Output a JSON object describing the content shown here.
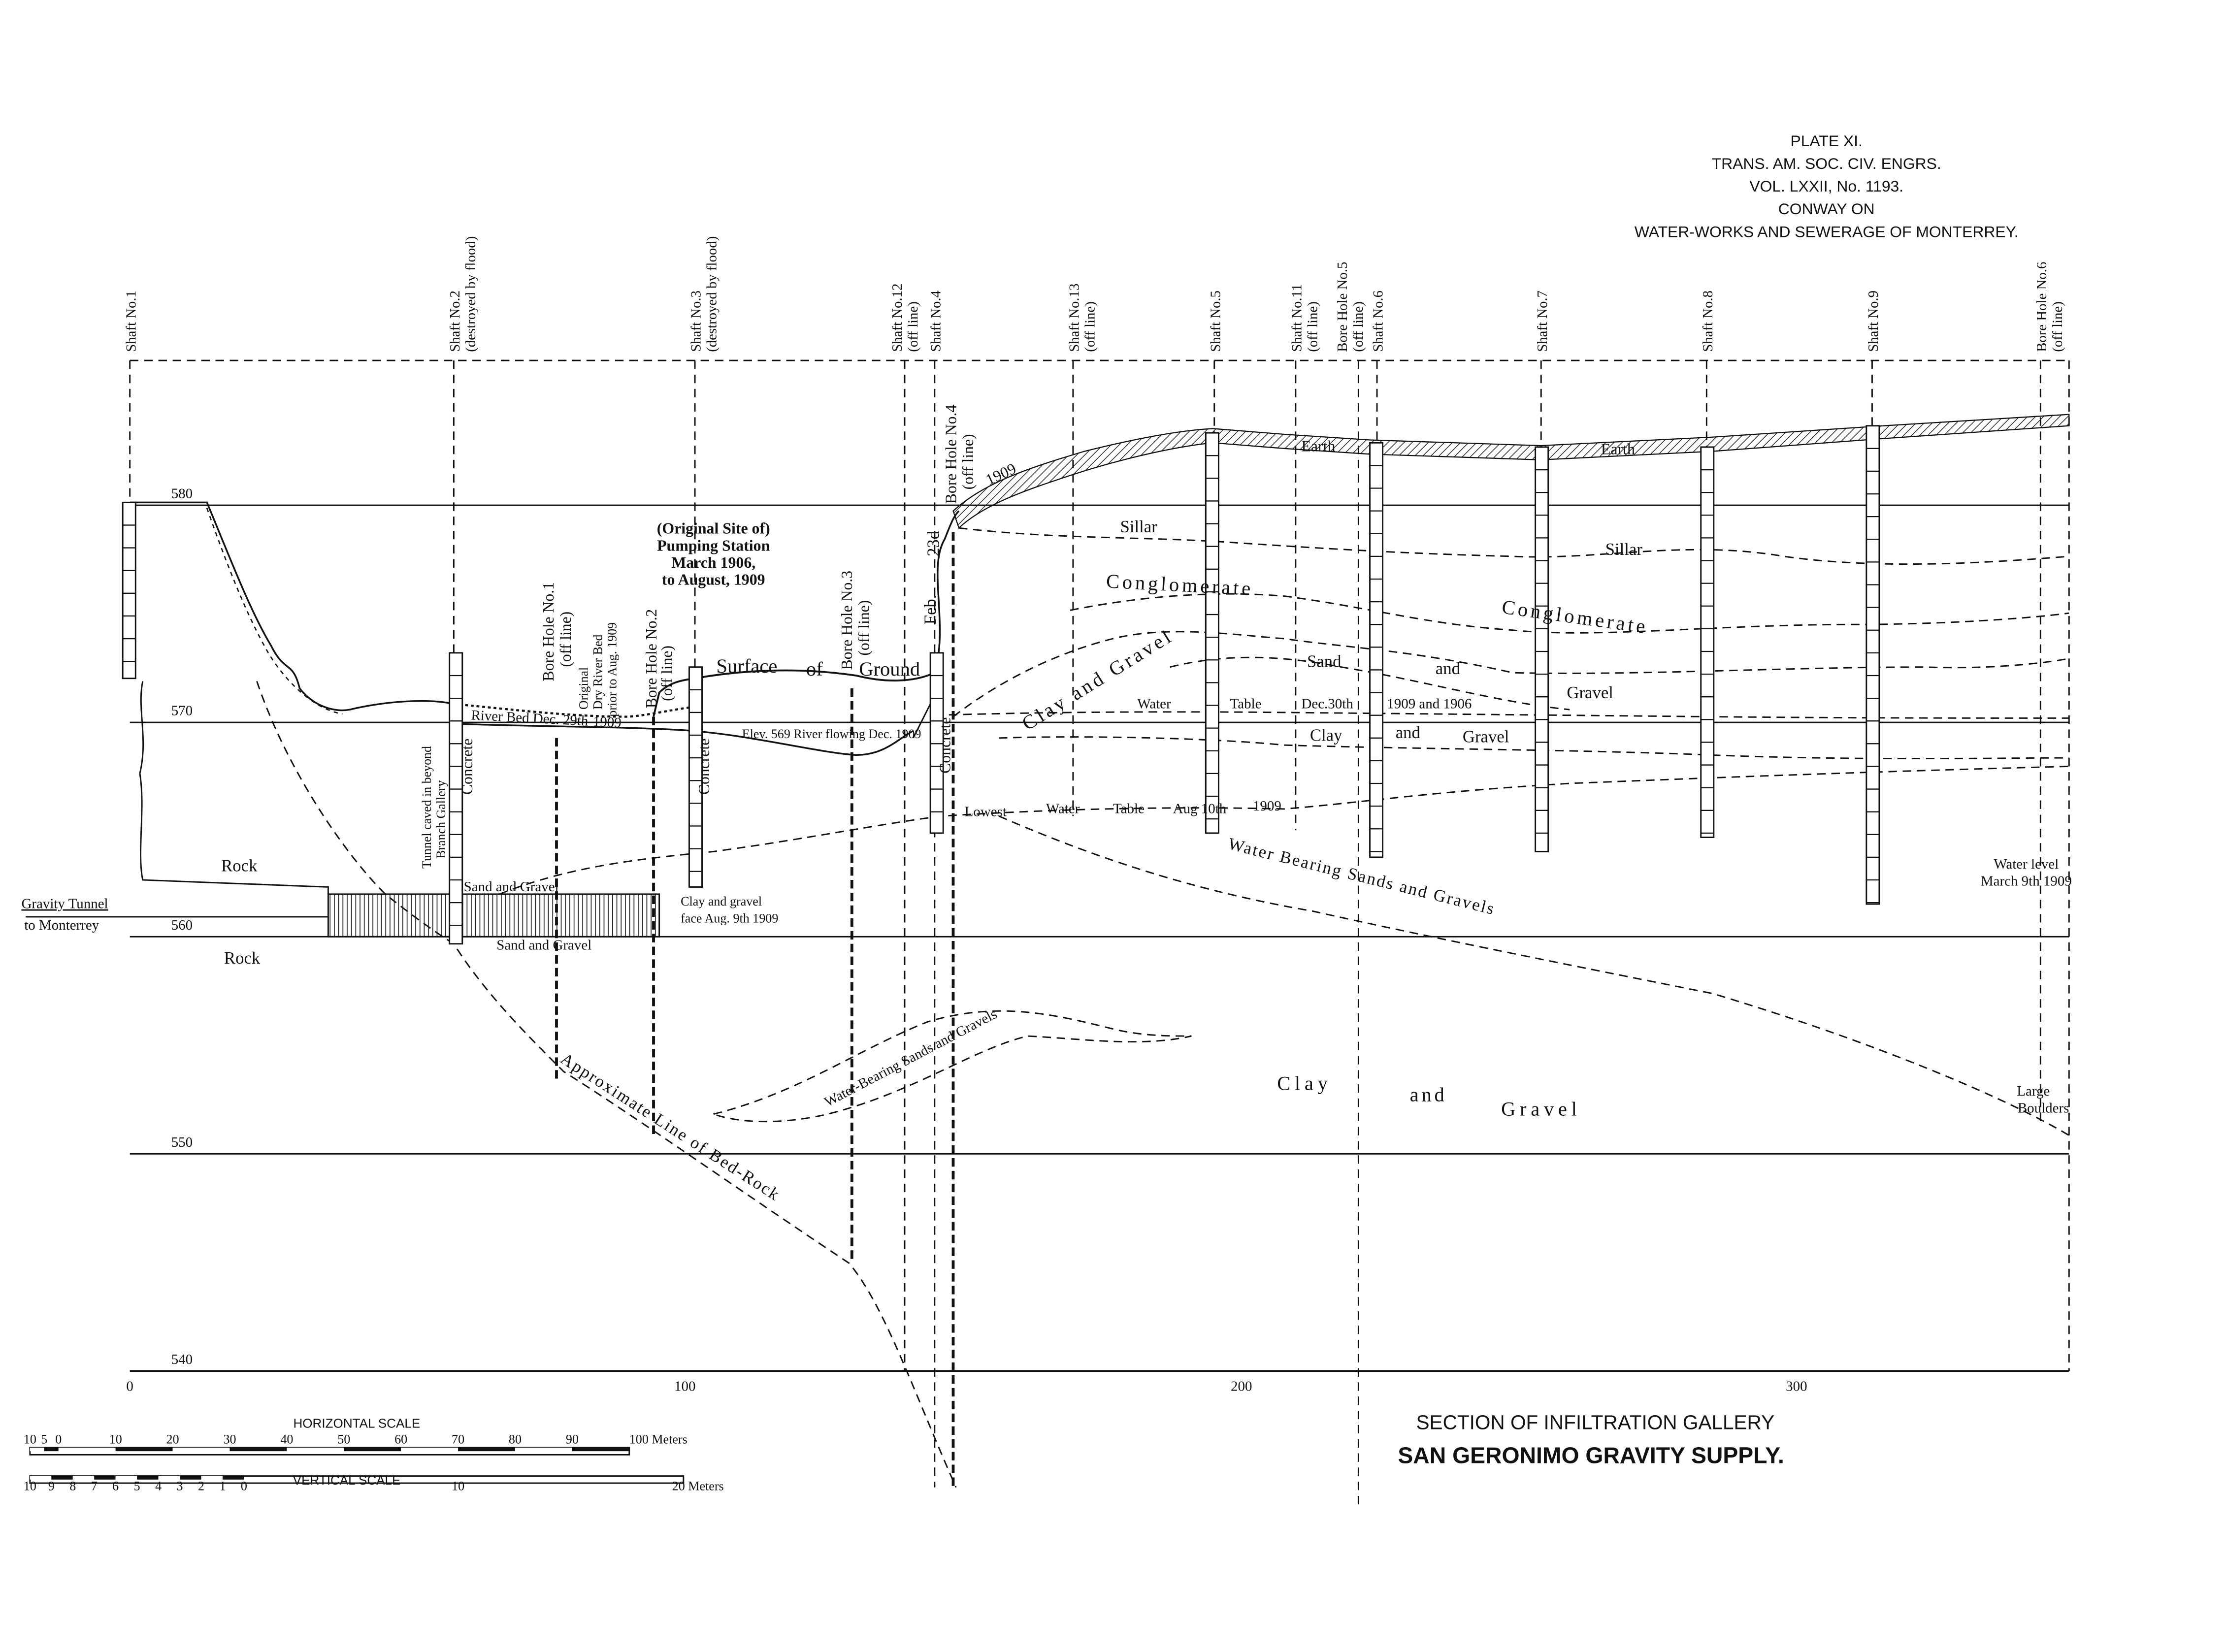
{
  "plate": {
    "line1": "PLATE XI.",
    "line2": "TRANS. AM. SOC. CIV. ENGRS.",
    "line3": "VOL. LXXII, No. 1193.",
    "line4": "CONWAY ON",
    "line5": "WATER-WORKS AND SEWERAGE OF MONTERREY."
  },
  "title": {
    "line1": "SECTION OF INFILTRATION GALLERY",
    "line2": "SAN GERONIMO GRAVITY SUPPLY."
  },
  "elevations": [
    "580",
    "570",
    "560",
    "550",
    "540"
  ],
  "distances": [
    "0",
    "100",
    "200",
    "300"
  ],
  "shafts": [
    {
      "label": "Shaft No.1",
      "note": ""
    },
    {
      "label": "Shaft No.2",
      "note": "(destroyed by flood)"
    },
    {
      "label": "Shaft No.3",
      "note": "(destroyed by flood)"
    },
    {
      "label": "Shaft No.12",
      "note": "(off line)"
    },
    {
      "label": "Shaft No.4",
      "note": ""
    },
    {
      "label": "Shaft No.13",
      "note": "(off line)"
    },
    {
      "label": "Shaft No.5",
      "note": ""
    },
    {
      "label": "Shaft No.11",
      "note": "(off line)"
    },
    {
      "label": "Bore Hole No.5",
      "note": "(off line)"
    },
    {
      "label": "Shaft No.6",
      "note": ""
    },
    {
      "label": "Shaft No.7",
      "note": ""
    },
    {
      "label": "Shaft No.8",
      "note": ""
    },
    {
      "label": "Shaft No.9",
      "note": ""
    },
    {
      "label": "Bore Hole No.6",
      "note": "(off line)"
    }
  ],
  "boreholes": [
    {
      "label": "Bore Hole No.1",
      "note": "(off line)"
    },
    {
      "label": "Bore Hole No.2",
      "note": "(off line)"
    },
    {
      "label": "Bore Hole No.3",
      "note": "(off line)"
    },
    {
      "label": "Bore Hole No.4",
      "note": "(off line)"
    }
  ],
  "labels": {
    "original_dry_bed": [
      "Original",
      "Dry River Bed",
      "prior to Aug. 1909"
    ],
    "tunnel_caved": [
      "Tunnel caved in beyond",
      "Branch Gallery"
    ],
    "concrete": "Concrete",
    "pumping_station": [
      "(Original Site of)",
      "Pumping Station",
      "March 1906,",
      "to August, 1909"
    ],
    "surface": "Surface",
    "of": "of",
    "ground": "Ground",
    "feb": "Feb.",
    "d23": "23d",
    "y1909": "1909",
    "earth": "Earth",
    "sillar": "Sillar",
    "conglomerate": "Conglomerate",
    "clay_and_gravel_diag": "Clay and Gravel",
    "sand": "Sand",
    "and": "and",
    "gravel": "Gravel",
    "water_table": [
      "Water",
      "Table",
      "Dec.30th",
      "1909 and 1906"
    ],
    "river_bed": "River Bed Dec. 29th-1909",
    "river_flowing": "Elev. 569 River flowing Dec. 1909",
    "clay": "Clay",
    "lowest_water_table": [
      "Lowest",
      "Water",
      "Table",
      "Aug 10th",
      "1909"
    ],
    "water_bearing": "Water Bearing Sands and Gravels",
    "rock": "Rock",
    "gravity_tunnel": [
      "Gravity Tunnel",
      "to Monterrey"
    ],
    "sand_and_gravel": "Sand and Gravel",
    "clay_face": [
      "Clay and gravel",
      "face Aug. 9th 1909"
    ],
    "water_level": [
      "Water level",
      "March 9th 1909"
    ],
    "bed_rock": "Approximate Line of Bed-Rock",
    "water_bearing_lower": "Water-Bearing Sands and Gravels",
    "clay_gravel_lower": [
      "Clay",
      "and",
      "Gravel"
    ],
    "large_boulders": [
      "Large",
      "Boulders"
    ]
  },
  "horizontal_scale": {
    "title": "HORIZONTAL SCALE",
    "ticks": [
      "10",
      "5",
      "0",
      "10",
      "20",
      "30",
      "40",
      "50",
      "60",
      "70",
      "80",
      "90",
      "100 Meters"
    ]
  },
  "vertical_scale": {
    "title": "VERTICAL SCALE",
    "ticks": [
      "10",
      "9",
      "8",
      "7",
      "6",
      "5",
      "4",
      "3",
      "2",
      "1",
      "0",
      "10",
      "20 Meters"
    ]
  }
}
